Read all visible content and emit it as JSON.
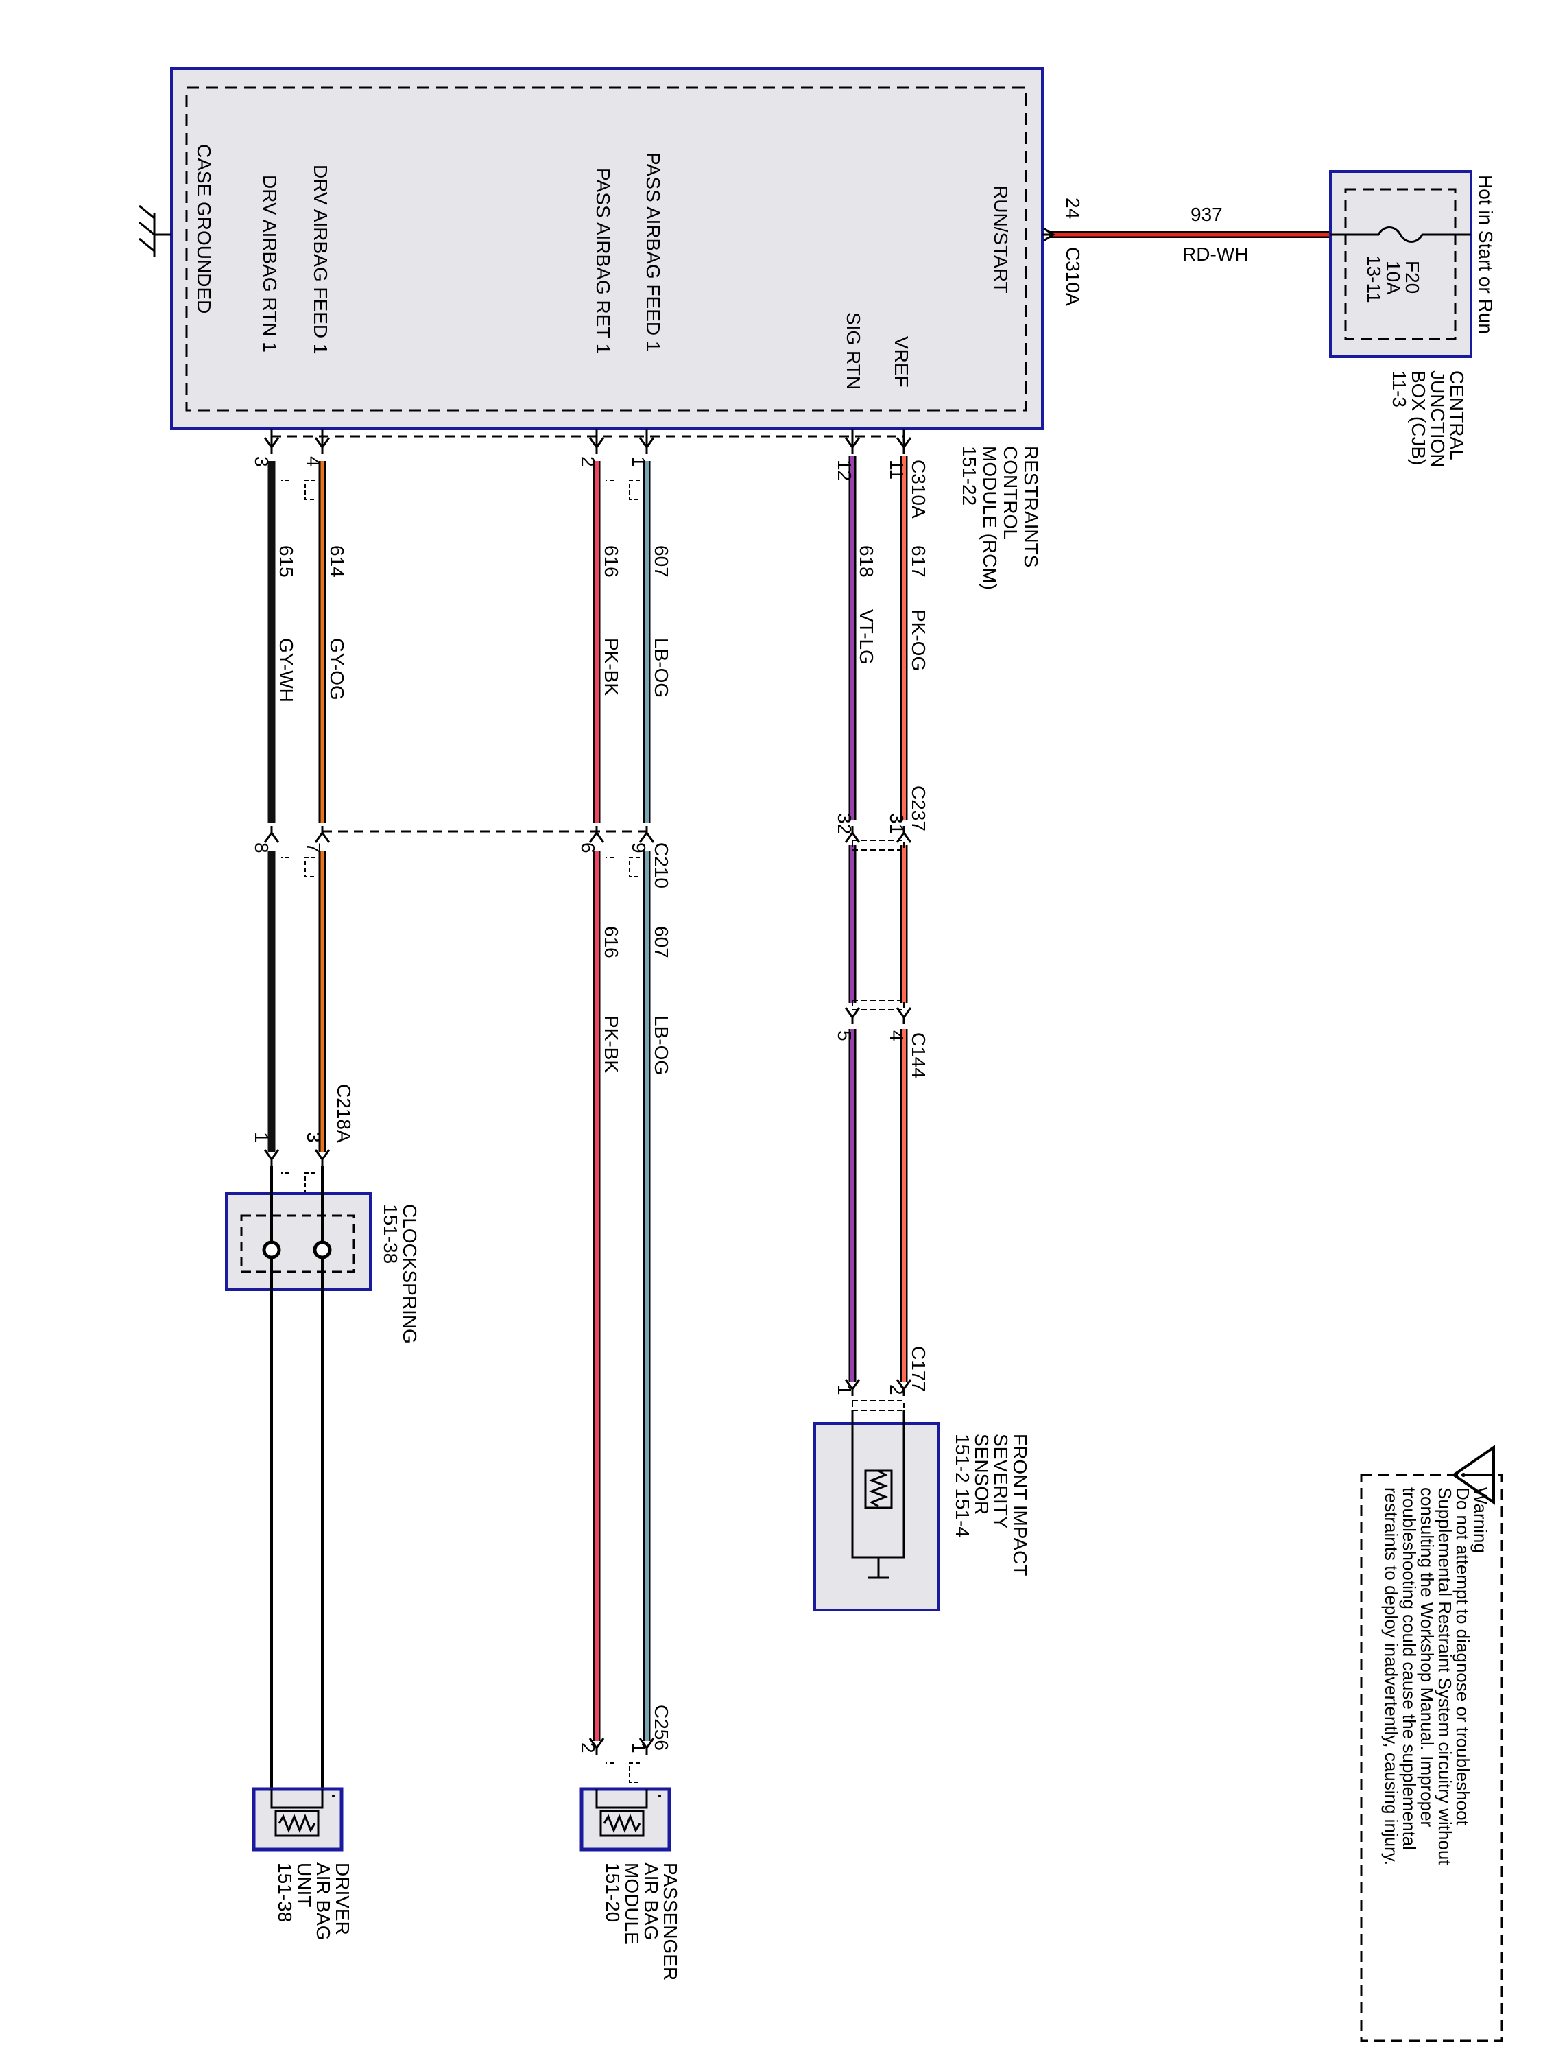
{
  "rcm": {
    "pins": {
      "run_start": "RUN/START",
      "vref": "VREF",
      "sig_rtn": "SIG RTN",
      "pass_feed": "PASS AIRBAG FEED 1",
      "pass_ret": "PASS AIRBAG RET 1",
      "drv_feed": "DRV AIRBAG FEED 1",
      "drv_rtn": "DRV AIRBAG RTN 1",
      "case_gnd": "CASE GROUNDED"
    },
    "name": [
      "RESTRAINTS",
      "CONTROL",
      "MODULE (RCM)",
      "151-22"
    ]
  },
  "power": {
    "hot_label": "Hot in Start or Run",
    "fuse": [
      "F20",
      "10A",
      "13-11"
    ],
    "cjb_name": [
      "CENTRAL",
      "JUNCTION",
      "BOX (CJB)",
      "11-3"
    ],
    "wire_number": "937",
    "wire_color": "RD-WH",
    "pin": "24",
    "connector": "C310A"
  },
  "connectors": {
    "c310a": "C310A",
    "c237": "C237",
    "c144": "C144",
    "c177": "C177",
    "c210": "C210",
    "c218a": "C218A",
    "c256": "C256"
  },
  "pins": {
    "c310a": {
      "vref": "11",
      "sig": "12",
      "pass_feed": "1",
      "pass_ret": "2",
      "drv_feed": "4",
      "drv_rtn": "3"
    },
    "c237": {
      "a": "31",
      "b": "32"
    },
    "c144": {
      "a": "4",
      "b": "5"
    },
    "c177": {
      "a": "2",
      "b": "1"
    },
    "c210": {
      "lb": "9",
      "pk": "6",
      "gy": "7",
      "bk": "8"
    },
    "c218a": {
      "gy": "3",
      "bk": "1"
    },
    "c256": {
      "lb": "1",
      "pk": "2"
    }
  },
  "wires": {
    "w617": {
      "num": "617",
      "color": "PK-OG"
    },
    "w618": {
      "num": "618",
      "color": "VT-LG"
    },
    "w607": {
      "num": "607",
      "color": "LB-OG"
    },
    "w616": {
      "num": "616",
      "color": "PK-BK"
    },
    "w614": {
      "num": "614",
      "color": "GY-OG"
    },
    "w615": {
      "num": "615",
      "color": "GY-WH"
    }
  },
  "components": {
    "clockspring": [
      "CLOCKSPRING",
      "151-38"
    ],
    "front_sensor": [
      "FRONT IMPACT",
      "SEVERITY",
      "SENSOR",
      "151-2   151-4"
    ],
    "passenger_module": [
      "PASSENGER",
      "AIR BAG",
      "MODULE",
      "151-20"
    ],
    "driver_unit": [
      "DRIVER",
      "AIR BAG",
      "UNIT",
      "151-38"
    ]
  },
  "warning": {
    "title": "Warning",
    "lines": [
      "Do not attempt to diagnose or troubleshoot",
      "Supplemental Restraint System circuitry without",
      "consulting the Workshop Manual. Improper",
      "troubleshooting could cause the supplemental",
      "restraints to deploy inadvertently, causing injury."
    ]
  },
  "colors": {
    "module_border": "#1a1a9e",
    "module_fill": "#e6e6ea",
    "wire_red": "#e8271f",
    "wire_salmon": "#ff6a52",
    "wire_violet": "#9a3fb0",
    "wire_lightblue": "#7aa6b4",
    "wire_pink": "#ef4560",
    "wire_orange": "#e8721e",
    "wire_black": "#111111"
  }
}
